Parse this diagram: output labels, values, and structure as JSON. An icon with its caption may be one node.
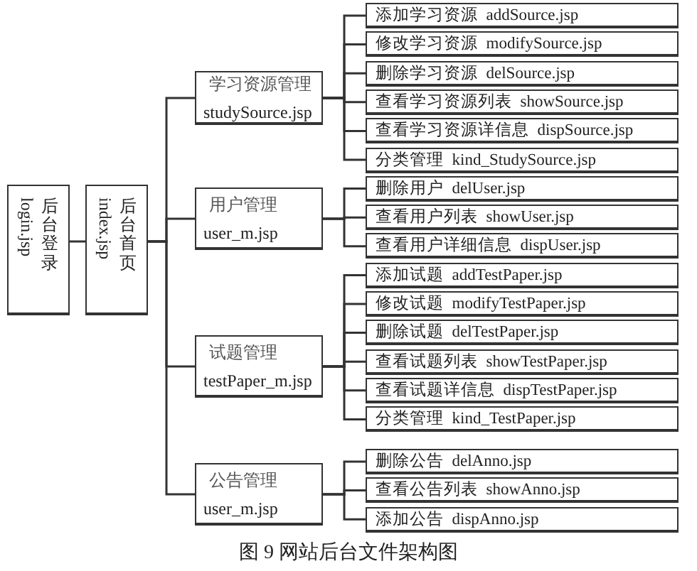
{
  "diagram": {
    "caption": "图 9 网站后台文件架构图",
    "nodes": [
      {
        "text": [
          "后台登录",
          "login.jsp"
        ]
      },
      {
        "text": [
          "后台首页",
          "index.jsp"
        ]
      },
      {
        "text": [
          "学习资源管理",
          "studySource.jsp"
        ]
      },
      {
        "text": [
          "添加学习资源  addSource.jsp"
        ]
      },
      {
        "text": [
          "修改学习资源  modifySource.jsp"
        ]
      },
      {
        "text": [
          "删除学习资源  delSource.jsp"
        ]
      },
      {
        "text": [
          "查看学习资源列表  showSource.jsp"
        ]
      },
      {
        "text": [
          "查看学习资源详信息  dispSource.jsp"
        ]
      },
      {
        "text": [
          "分类管理  kind_StudySource.jsp"
        ]
      },
      {
        "text": [
          "用户管理",
          "user_m.jsp"
        ]
      },
      {
        "text": [
          "删除用户  delUser.jsp"
        ]
      },
      {
        "text": [
          "查看用户列表  showUser.jsp"
        ]
      },
      {
        "text": [
          "查看用户详细信息  dispUser.jsp"
        ]
      },
      {
        "text": [
          "试题管理",
          "testPaper_m.jsp"
        ]
      },
      {
        "text": [
          "添加试题  addTestPaper.jsp"
        ]
      },
      {
        "text": [
          "修改试题  modifyTestPaper.jsp"
        ]
      },
      {
        "text": [
          "删除试题  delTestPaper.jsp"
        ]
      },
      {
        "text": [
          "查看试题列表  showTestPaper.jsp"
        ]
      },
      {
        "text": [
          "查看试题详信息  dispTestPaper.jsp"
        ]
      },
      {
        "text": [
          "分类管理  kind_TestPaper.jsp"
        ]
      },
      {
        "text": [
          "公告管理",
          "user_m.jsp"
        ]
      },
      {
        "text": [
          "删除公告  delAnno.jsp"
        ]
      },
      {
        "text": [
          "查看公告列表  showAnno.jsp"
        ]
      },
      {
        "text": [
          "添加公告  dispAnno.jsp"
        ]
      }
    ],
    "edges": [
      {
        "from": 0,
        "to": 1,
        "arrow": "none"
      },
      {
        "from": 1,
        "to": 2,
        "arrow": "none"
      },
      {
        "from": 1,
        "to": 9,
        "arrow": "none"
      },
      {
        "from": 1,
        "to": 13,
        "arrow": "none"
      },
      {
        "from": 1,
        "to": 20,
        "arrow": "none"
      },
      {
        "from": 2,
        "to": 3,
        "arrow": "none"
      },
      {
        "from": 2,
        "to": 4,
        "arrow": "none"
      },
      {
        "from": 2,
        "to": 5,
        "arrow": "none"
      },
      {
        "from": 2,
        "to": 6,
        "arrow": "none"
      },
      {
        "from": 2,
        "to": 7,
        "arrow": "none"
      },
      {
        "from": 2,
        "to": 8,
        "arrow": "none"
      },
      {
        "from": 9,
        "to": 10,
        "arrow": "none"
      },
      {
        "from": 9,
        "to": 11,
        "arrow": "none"
      },
      {
        "from": 9,
        "to": 12,
        "arrow": "none"
      },
      {
        "from": 13,
        "to": 14,
        "arrow": "none"
      },
      {
        "from": 13,
        "to": 15,
        "arrow": "none"
      },
      {
        "from": 13,
        "to": 16,
        "arrow": "none"
      },
      {
        "from": 13,
        "to": 17,
        "arrow": "none"
      },
      {
        "from": 13,
        "to": 18,
        "arrow": "none"
      },
      {
        "from": 13,
        "to": 19,
        "arrow": "none"
      },
      {
        "from": 20,
        "to": 21,
        "arrow": "none"
      },
      {
        "from": 20,
        "to": 22,
        "arrow": "none"
      },
      {
        "from": 20,
        "to": 23,
        "arrow": "none"
      }
    ]
  }
}
